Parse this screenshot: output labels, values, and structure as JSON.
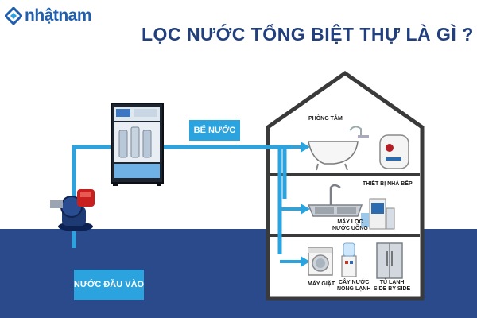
{
  "brand": {
    "name": "nhậtnam",
    "icon": "diamond-logo-icon"
  },
  "title": "LỌC NƯỚC TỔNG BIỆT THỰ LÀ GÌ ?",
  "labels": {
    "tank": "BỂ NƯỚC",
    "inlet": "NƯỚC ĐẦU VÀO",
    "bathroom": "PHÒNG TẮM",
    "kitchen": "THIẾT BỊ NHÀ BẾP",
    "ro_filter": "MÁY LỌC\nNƯỚC UỐNG",
    "washer": "MÁY GIẶT",
    "dispenser": "CÂY NƯỚC\nNÓNG LẠNH",
    "fridge": "TỦ LẠNH\nSIDE BY SIDE"
  },
  "colors": {
    "pipe": "#2ba3df",
    "ground": "#2b4a8c",
    "title": "#22407e",
    "brand": "#1f5fae",
    "house_outline": "#3a3a3a"
  }
}
